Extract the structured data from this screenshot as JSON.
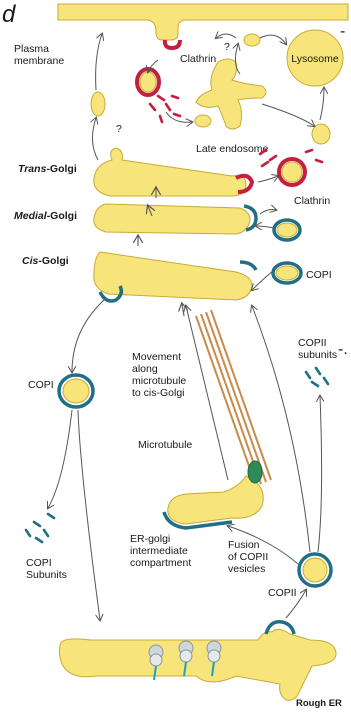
{
  "labels": {
    "plasma_membrane": "Plasma\nmembrane",
    "clathrin_top": "Clathrin",
    "question_top": "?",
    "lysosome": "Lysosome",
    "question_left": "?",
    "late_endosome": "Late endosome",
    "trans_golgi_prefix": "Trans",
    "trans_golgi_suffix": "-Golgi",
    "medial_golgi_prefix": "Medial",
    "medial_golgi_suffix": "-Golgi",
    "cis_golgi_prefix": "Cis",
    "cis_golgi_suffix": "-Golgi",
    "clathrin_right": "Clathrin",
    "copi_right": "COPI",
    "copii_subunits": "COPII\nsubunits",
    "movement": "Movement\nalong\nmicrotubule\nto cis-Golgi",
    "copi_left": "COPI",
    "microtubule": "Microtubule",
    "copi_subunits_left": "COPI\nSubunits",
    "er_golgi": "ER-golgi\nintermediate\ncompartment",
    "fusion": "Fusion\nof COPII\nvesicles",
    "copii_bottom": "COPII",
    "rough_er": "Rough ER",
    "corner_glyph": "d",
    "edge_dash_top": "-",
    "edge_dash_mid": "-."
  },
  "colors": {
    "membrane_fill": "#f7e47a",
    "clathrin_coat": "#c41f3d",
    "cop_coat": "#1f6f86",
    "microtubule": "#c98a4a",
    "motor": "#2e8b57"
  }
}
